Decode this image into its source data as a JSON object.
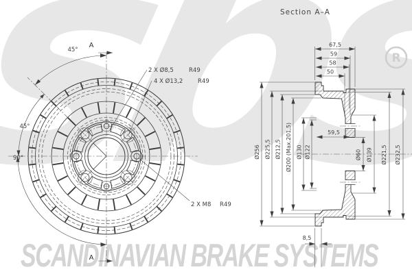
{
  "title": "Section A–A",
  "watermark": {
    "logo_text": "sbs",
    "registered_mark": "R",
    "banner_text": "SCANDINAVIAN BRAKE SYSTEMS"
  },
  "front_view": {
    "cut_label_top": "A",
    "cut_label_bottom": "A",
    "angles": {
      "top_45": "45°",
      "left_45": "45°",
      "left_90": "90°"
    },
    "callouts": {
      "small_holes": {
        "label": "2 X Ø8,5",
        "radius": "R49"
      },
      "large_holes": {
        "label": "4 X Ø13,2",
        "radius": "R49"
      },
      "threaded_holes": {
        "label": "2 X M8",
        "radius": "R49"
      }
    }
  },
  "section_view": {
    "dims": {
      "depth_total": "67,5",
      "depth_59": "59",
      "depth_58": "58",
      "depth_50": "50",
      "depth_595": "59,5",
      "lip_width": "8,5",
      "dia_256": "Ø256",
      "dia_2255": "Ø225,5",
      "dia_2125": "Ø212,5",
      "dia_200": "Ø200 (Max.201,5)",
      "dia_130": "Ø130",
      "dia_122": "Ø122",
      "dia_60": "Ø60",
      "dia_139": "Ø139",
      "dia_2215": "Ø221,5",
      "dia_2325": "Ø232,5"
    }
  }
}
